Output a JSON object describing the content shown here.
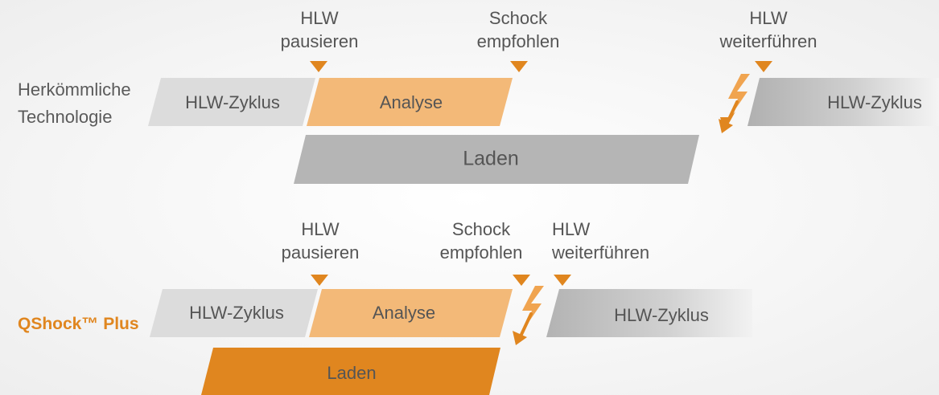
{
  "colors": {
    "grey_light": "#dcdcdc",
    "grey_mid": "#b5b5b5",
    "orange_light": "#f2b877",
    "orange_dark": "#e0861f",
    "text": "#555555"
  },
  "rows": [
    {
      "label_lines": [
        "Herkömmliche",
        "Technologie"
      ],
      "markers": [
        {
          "lines": [
            "HLW",
            "pausieren"
          ]
        },
        {
          "lines": [
            "Schock",
            "empfohlen"
          ]
        },
        {
          "lines": [
            "HLW",
            "weiterführen"
          ]
        }
      ],
      "segments": [
        {
          "label": "HLW-Zyklus"
        },
        {
          "label": "Analyse"
        },
        {
          "label": "HLW-Zyklus"
        },
        {
          "label": "Laden"
        }
      ],
      "shock_icon": "lightning-bolt-icon"
    },
    {
      "label_lines": [
        "QShock™ Plus"
      ],
      "markers": [
        {
          "lines": [
            "HLW",
            "pausieren"
          ]
        },
        {
          "lines": [
            "Schock",
            "empfohlen"
          ]
        },
        {
          "lines": [
            "HLW",
            "weiterführen"
          ]
        }
      ],
      "segments": [
        {
          "label": "HLW-Zyklus"
        },
        {
          "label": "Analyse"
        },
        {
          "label": "HLW-Zyklus"
        },
        {
          "label": "Laden"
        }
      ],
      "shock_icon": "lightning-bolt-icon"
    }
  ]
}
